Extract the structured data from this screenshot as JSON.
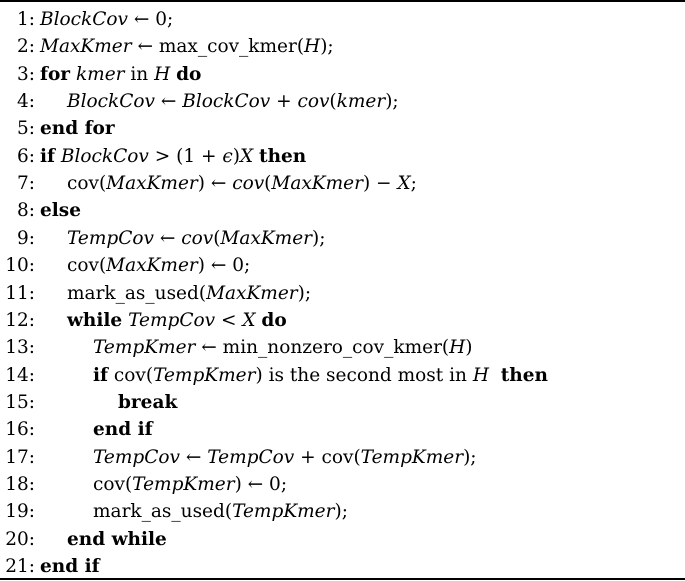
{
  "algorithm": {
    "lines": [
      {
        "num": "1:",
        "indent": 0,
        "parts": [
          {
            "t": "BlockCov",
            "s": "m"
          },
          {
            "t": " ← 0;",
            "s": "r"
          }
        ]
      },
      {
        "num": "2:",
        "indent": 0,
        "parts": [
          {
            "t": "MaxKmer",
            "s": "m"
          },
          {
            "t": " ← max_cov_kmer(",
            "s": "r"
          },
          {
            "t": "H",
            "s": "m"
          },
          {
            "t": ");",
            "s": "r"
          }
        ]
      },
      {
        "num": "3:",
        "indent": 0,
        "parts": [
          {
            "t": "for",
            "s": "kw"
          },
          {
            "t": " ",
            "s": "r"
          },
          {
            "t": "kmer",
            "s": "m"
          },
          {
            "t": " in ",
            "s": "r"
          },
          {
            "t": "H",
            "s": "m"
          },
          {
            "t": " ",
            "s": "r"
          },
          {
            "t": "do",
            "s": "kw"
          }
        ]
      },
      {
        "num": "4:",
        "indent": 1,
        "parts": [
          {
            "t": "BlockCov",
            "s": "m"
          },
          {
            "t": " ← ",
            "s": "r"
          },
          {
            "t": "BlockCov",
            "s": "m"
          },
          {
            "t": " + ",
            "s": "r"
          },
          {
            "t": "cov",
            "s": "m"
          },
          {
            "t": "(",
            "s": "r"
          },
          {
            "t": "kmer",
            "s": "m"
          },
          {
            "t": ");",
            "s": "r"
          }
        ]
      },
      {
        "num": "5:",
        "indent": 0,
        "parts": [
          {
            "t": "end for",
            "s": "kw"
          }
        ]
      },
      {
        "num": "6:",
        "indent": 0,
        "parts": [
          {
            "t": "if",
            "s": "kw"
          },
          {
            "t": " ",
            "s": "r"
          },
          {
            "t": "BlockCov",
            "s": "m"
          },
          {
            "t": " > (1 + ",
            "s": "r"
          },
          {
            "t": "ϵ",
            "s": "m"
          },
          {
            "t": ")",
            "s": "r"
          },
          {
            "t": "X",
            "s": "m"
          },
          {
            "t": " ",
            "s": "r"
          },
          {
            "t": "then",
            "s": "kw"
          }
        ]
      },
      {
        "num": "7:",
        "indent": 1,
        "parts": [
          {
            "t": "cov(",
            "s": "r"
          },
          {
            "t": "MaxKmer",
            "s": "m"
          },
          {
            "t": ") ← ",
            "s": "r"
          },
          {
            "t": "cov",
            "s": "m"
          },
          {
            "t": "(",
            "s": "r"
          },
          {
            "t": "MaxKmer",
            "s": "m"
          },
          {
            "t": ") − ",
            "s": "r"
          },
          {
            "t": "X",
            "s": "m"
          },
          {
            "t": ";",
            "s": "r"
          }
        ]
      },
      {
        "num": "8:",
        "indent": 0,
        "parts": [
          {
            "t": "else",
            "s": "kw"
          }
        ]
      },
      {
        "num": "9:",
        "indent": 1,
        "parts": [
          {
            "t": "TempCov",
            "s": "m"
          },
          {
            "t": " ← ",
            "s": "r"
          },
          {
            "t": "cov",
            "s": "m"
          },
          {
            "t": "(",
            "s": "r"
          },
          {
            "t": "MaxKmer",
            "s": "m"
          },
          {
            "t": ");",
            "s": "r"
          }
        ]
      },
      {
        "num": "10:",
        "indent": 1,
        "parts": [
          {
            "t": "cov(",
            "s": "r"
          },
          {
            "t": "MaxKmer",
            "s": "m"
          },
          {
            "t": ") ← 0;",
            "s": "r"
          }
        ]
      },
      {
        "num": "11:",
        "indent": 1,
        "parts": [
          {
            "t": "mark_as_used(",
            "s": "r"
          },
          {
            "t": "MaxKmer",
            "s": "m"
          },
          {
            "t": ");",
            "s": "r"
          }
        ]
      },
      {
        "num": "12:",
        "indent": 1,
        "parts": [
          {
            "t": "while",
            "s": "kw"
          },
          {
            "t": " ",
            "s": "r"
          },
          {
            "t": "TempCov",
            "s": "m"
          },
          {
            "t": " < ",
            "s": "r"
          },
          {
            "t": "X",
            "s": "m"
          },
          {
            "t": " ",
            "s": "r"
          },
          {
            "t": "do",
            "s": "kw"
          }
        ]
      },
      {
        "num": "13:",
        "indent": 2,
        "parts": [
          {
            "t": "TempKmer",
            "s": "m"
          },
          {
            "t": " ← min_nonzero_cov_kmer(",
            "s": "r"
          },
          {
            "t": "H",
            "s": "m"
          },
          {
            "t": ")",
            "s": "r"
          }
        ]
      },
      {
        "num": "14:",
        "indent": 2,
        "parts": [
          {
            "t": "if",
            "s": "kw"
          },
          {
            "t": " cov(",
            "s": "r"
          },
          {
            "t": "TempKmer",
            "s": "m"
          },
          {
            "t": ") is the second most in ",
            "s": "r"
          },
          {
            "t": "H",
            "s": "m"
          },
          {
            "t": "  ",
            "s": "r"
          },
          {
            "t": "then",
            "s": "kw"
          }
        ]
      },
      {
        "num": "15:",
        "indent": 3,
        "parts": [
          {
            "t": "break",
            "s": "kw"
          }
        ]
      },
      {
        "num": "16:",
        "indent": 2,
        "parts": [
          {
            "t": "end if",
            "s": "kw"
          }
        ]
      },
      {
        "num": "17:",
        "indent": 2,
        "parts": [
          {
            "t": "TempCov",
            "s": "m"
          },
          {
            "t": " ← ",
            "s": "r"
          },
          {
            "t": "TempCov",
            "s": "m"
          },
          {
            "t": " + cov(",
            "s": "r"
          },
          {
            "t": "TempKmer",
            "s": "m"
          },
          {
            "t": ");",
            "s": "r"
          }
        ]
      },
      {
        "num": "18:",
        "indent": 2,
        "parts": [
          {
            "t": "cov(",
            "s": "r"
          },
          {
            "t": "TempKmer",
            "s": "m"
          },
          {
            "t": ") ← 0;",
            "s": "r"
          }
        ]
      },
      {
        "num": "19:",
        "indent": 2,
        "parts": [
          {
            "t": "mark_as_used(",
            "s": "r"
          },
          {
            "t": "TempKmer",
            "s": "m"
          },
          {
            "t": ");",
            "s": "r"
          }
        ]
      },
      {
        "num": "20:",
        "indent": 1,
        "parts": [
          {
            "t": "end while",
            "s": "kw"
          }
        ]
      },
      {
        "num": "21:",
        "indent": 0,
        "parts": [
          {
            "t": "end if",
            "s": "kw"
          }
        ]
      }
    ]
  }
}
